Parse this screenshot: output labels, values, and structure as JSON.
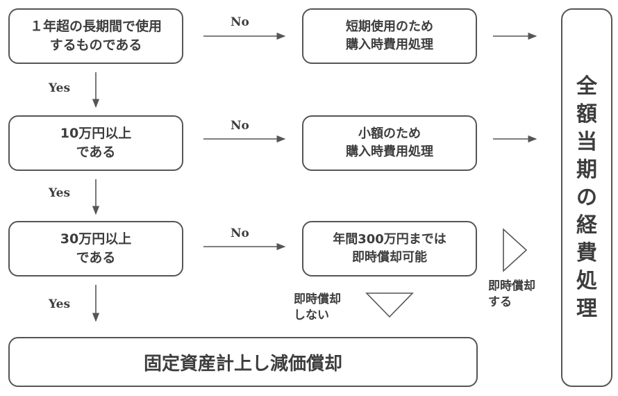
{
  "decision_1": {
    "line1": "１年超の長期間で使用",
    "line2": "するものである"
  },
  "decision_2": {
    "line1": "10万円以上",
    "line2": "である"
  },
  "decision_3": {
    "line1": "30万円以上",
    "line2": "である"
  },
  "result_1": {
    "line1": "短期使用のため",
    "line2": "購入時費用処理"
  },
  "result_2": {
    "line1": "小額のため",
    "line2": "購入時費用処理"
  },
  "result_3": {
    "line1": "年間300万円までは",
    "line2": "即時償却可能"
  },
  "bottom_result": "固定資産計上し減価償却",
  "right_result": [
    "全",
    "額",
    "当",
    "期",
    "の",
    "経",
    "費",
    "処",
    "理"
  ],
  "labels": {
    "no": "No",
    "yes": "Yes"
  },
  "note_expense": {
    "line1": "即時償却",
    "line2": "する"
  },
  "note_no_expense": {
    "line1": "即時償却",
    "line2": "しない"
  },
  "colors": {
    "line": "#555555",
    "text": "#3d3d3d"
  }
}
